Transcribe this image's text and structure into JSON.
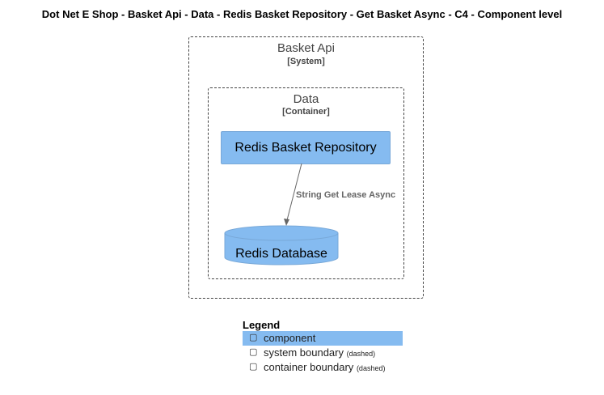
{
  "title": "Dot Net E Shop - Basket Api - Data - Redis Basket Repository - Get Basket Async - C4 - Component level",
  "system_boundary": {
    "name": "Basket Api",
    "type": "[System]"
  },
  "container_boundary": {
    "name": "Data",
    "type": "[Container]"
  },
  "components": {
    "repository": "Redis Basket Repository",
    "database": "Redis Database"
  },
  "relationship": {
    "label": "String Get Lease Async"
  },
  "colors": {
    "component": "#85bbf0",
    "boundary": "#444444",
    "arrow": "#666666"
  },
  "legend": {
    "title": "Legend",
    "items": [
      {
        "label": "component",
        "note": ""
      },
      {
        "label": "system boundary",
        "note": "(dashed)"
      },
      {
        "label": "container boundary",
        "note": "(dashed)"
      }
    ]
  }
}
